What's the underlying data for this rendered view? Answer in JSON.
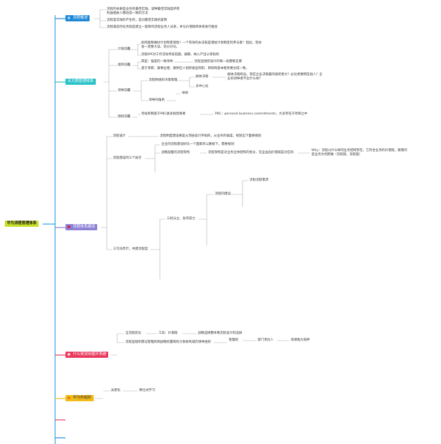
{
  "root": "华为流程管理体系",
  "branches": {
    "b1": {
      "label": "流程概述",
      "notes": [
        "流程的本质是业务的最佳实践，该种最佳实践是所有利益相关人都达成一致的方法",
        "流程是实践的产生的，是对最佳实践的复制",
        "流程再造的任务就是建立一套新的流程业务人员系，并与价值链和体系进行融合"
      ]
    },
    "b2": {
      "label": "五大质管理体系",
      "children": {
        "c1": {
          "label": "计划前瞻",
          "notes": [
            "如何能够做好计划和客观性？一个有效的办法就是增加计划制定的参与者！因此，等协会一定要大读、充分讨论。",
            "流程KPI对工作活动考核前面、展期、纳入产出公等指标"
          ]
        },
        "c2": {
          "label": "组织前瞻",
          "a": "阵型：强度的一致领导",
          "b": "流程型组织设计的每一处都要支撑",
          "c": "基于责职、跟事业相、跟供应人组织类型的职、目标和基本框架要达成一致。"
        },
        "c3": {
          "label": "领导前瞻",
          "mgmt": "流程制组织决策管理",
          "m1": "群体决策",
          "m1note": "群体决策和议，现在企业决策最的组织更大？必化更要明在组人？企业的领导者不出什么样？",
          "m2": "去中心化",
          "role": "领导的角色",
          "r1": "导师"
        },
        "c4": {
          "label": "授权前瞻",
          "a": "考核机制基于PBC质多如结果要",
          "b": "PBC：personal business commitments，大多存在于项目之中"
        }
      }
    },
    "b3": {
      "label": "流程体系建设",
      "design": "流程设计",
      "designNote": "流程制度建设要是从顶层设计开始的，从业务的角度，规划出下面要规划",
      "threeLevels": "流程建设的三个层次",
      "l1": "企业的流程建设好比一个国家的公路规下，需要规划",
      "l2": "战略层面的流程架构",
      "l2a": "流程架构是对业务全体结构的划分，在企业的价值链是对应的",
      "l2b": "Why：流程以什么样的业务结构存在，它符合业务的价值链，跟我的是业务为何而做（流程链、流程链）",
      "three": "三句马年行，共建流程型",
      "sub": "三权分立、各尽其力",
      "owner": "流程的建议",
      "ownerChild": "识别流程需求"
    },
    "b4": {
      "label": "什么是双向循环系统",
      "r1": "全流程优化",
      "r1a": "工具：价值链",
      "r1b": "战略选择整体看流程设计的选择",
      "r2": "流程型组织建议管理机制战略权置岗权力系统构成的领导组织",
      "r2a": "管理权",
      "r2b": "部门责任人",
      "r2c": "资源能力培养"
    },
    "b5": {
      "label": "华为的组织",
      "a": "吴兽化",
      "b": "像仕式学习"
    }
  },
  "colors": {
    "root": "#c9e02a",
    "b1": "#1e88d6",
    "b2": "#29c2c8",
    "b3": "#8b7fd6",
    "b4": "#e8385c",
    "b5": "#f3bb16",
    "line": "#999999"
  }
}
